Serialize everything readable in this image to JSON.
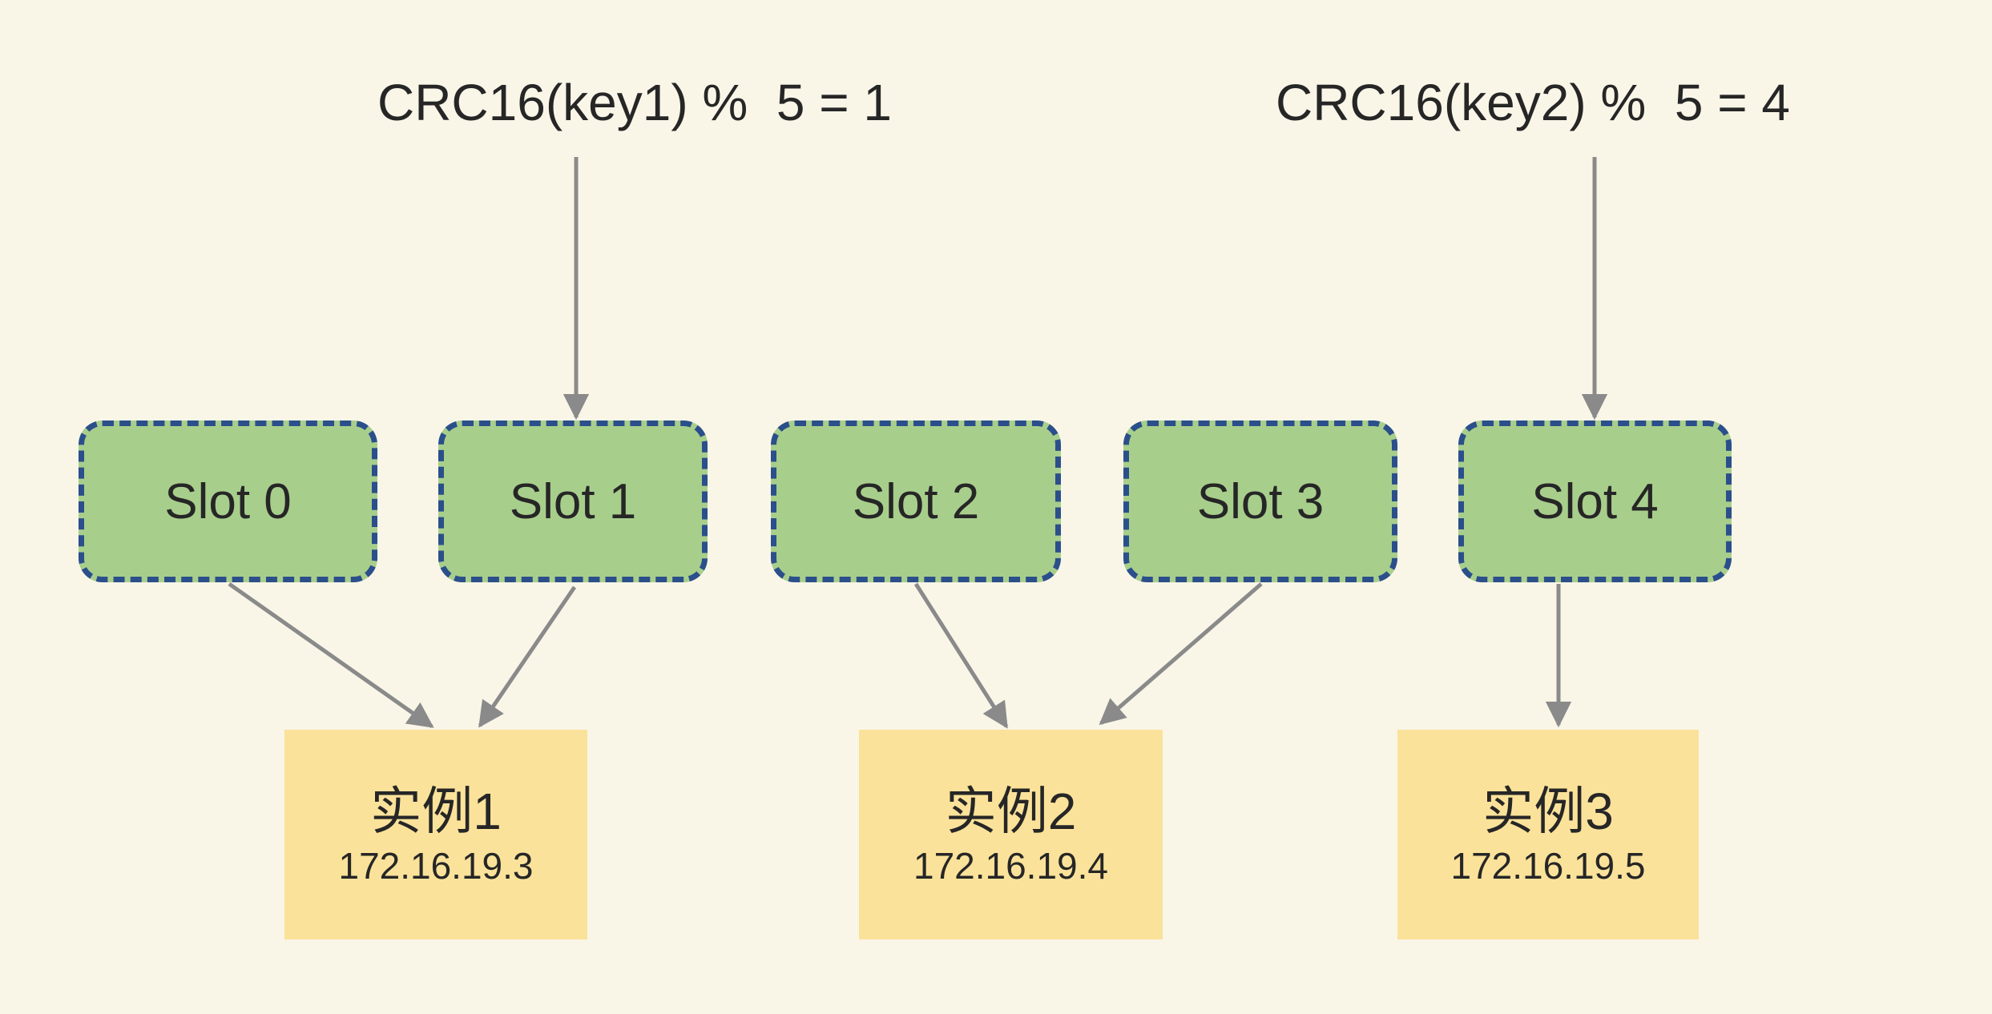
{
  "diagram": {
    "description_colors": {
      "background": "#F9F6E8",
      "slot_fill": "#A8CE8C",
      "slot_border_blue": "#2B4F8A",
      "instance_fill": "#FBE29A",
      "arrow_gray": "#8A8A8A",
      "text": "#262626"
    },
    "formulas": {
      "key1": "CRC16(key1) %  5 = 1",
      "key2": "CRC16(key2) %  5 = 4"
    },
    "slots": [
      {
        "id": "slot-0",
        "label": "Slot 0"
      },
      {
        "id": "slot-1",
        "label": "Slot 1"
      },
      {
        "id": "slot-2",
        "label": "Slot 2"
      },
      {
        "id": "slot-3",
        "label": "Slot 3"
      },
      {
        "id": "slot-4",
        "label": "Slot 4"
      }
    ],
    "instances": [
      {
        "id": "instance-1",
        "name": "实例1",
        "ip": "172.16.19.3"
      },
      {
        "id": "instance-2",
        "name": "实例2",
        "ip": "172.16.19.4"
      },
      {
        "id": "instance-3",
        "name": "实例3",
        "ip": "172.16.19.5"
      }
    ],
    "edges": [
      {
        "from": "crc16-key1-formula",
        "to": "slot-1"
      },
      {
        "from": "crc16-key2-formula",
        "to": "slot-4"
      },
      {
        "from": "slot-0",
        "to": "instance-1"
      },
      {
        "from": "slot-1",
        "to": "instance-1"
      },
      {
        "from": "slot-2",
        "to": "instance-2"
      },
      {
        "from": "slot-3",
        "to": "instance-2"
      },
      {
        "from": "slot-4",
        "to": "instance-3"
      }
    ]
  }
}
